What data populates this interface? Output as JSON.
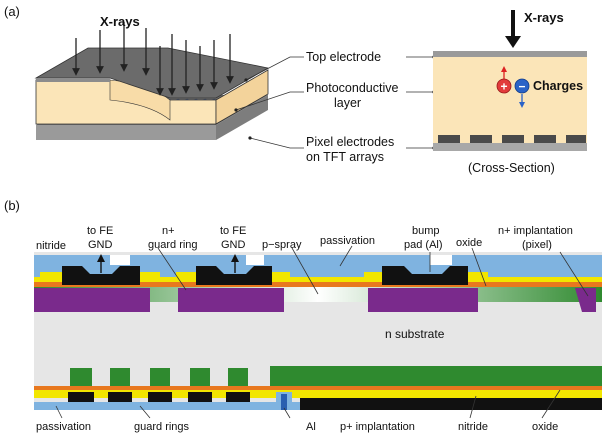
{
  "panel_a": {
    "label": "(a)",
    "xrays_label": "X-rays",
    "xrays_label_right": "X-rays",
    "callouts": {
      "top_electrode": "Top electrode",
      "photoconductive_1": "Photoconductive",
      "photoconductive_2": "layer",
      "pixel_electrodes_1": "Pixel electrodes",
      "pixel_electrodes_2": "on TFT arrays"
    },
    "charges_label": "Charges",
    "plus_sign": "+",
    "minus_sign": "−",
    "cross_section_label": "(Cross-Section)"
  },
  "panel_b": {
    "label": "(b)",
    "top_labels": {
      "nitride": "nitride",
      "to_fe_gnd_1_line1": "to FE",
      "to_fe_gnd_1_line2": "GND",
      "n_guard_ring_line1": "n+",
      "n_guard_ring_line2": "guard ring",
      "to_fe_gnd_2_line1": "to FE",
      "to_fe_gnd_2_line2": "GND",
      "p_spray": "p−spray",
      "passivation_top": "passivation",
      "bump_pad_line1": "bump",
      "bump_pad_line2": "pad (Al)",
      "oxide_top": "oxide",
      "n_implant_line1": "n+ implantation",
      "n_implant_line2": "(pixel)"
    },
    "substrate_label": "n substrate",
    "bottom_labels": {
      "passivation": "passivation",
      "guard_rings": "guard rings",
      "al": "Al",
      "p_implantation": "p+ implantation",
      "nitride": "nitride",
      "oxide": "oxide"
    }
  },
  "colors": {
    "passivation": "#7fb3e0",
    "nitride": "#f2e600",
    "oxide": "#e8781e",
    "n_implant": "#7a2a8c",
    "p_implant": "#2f8a2f",
    "metal": "#111111",
    "substrate": "#e6e6e6",
    "photoconductor": "#fbe5b8",
    "electrode": "#8a8a8a"
  }
}
